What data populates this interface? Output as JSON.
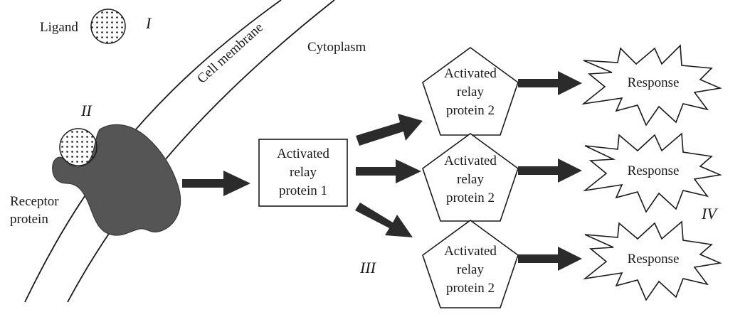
{
  "labels": {
    "ligand": "Ligand",
    "cell_membrane": "Cell membrane",
    "cytoplasm": "Cytoplasm",
    "receptor_line1": "Receptor",
    "receptor_line2": "protein",
    "relay1_line1": "Activated",
    "relay1_line2": "relay",
    "relay1_line3": "protein 1",
    "relay2": [
      {
        "line1": "Activated",
        "line2": "relay",
        "line3": "protein 2"
      },
      {
        "line1": "Activated",
        "line2": "relay",
        "line3": "protein 2"
      },
      {
        "line1": "Activated",
        "line2": "relay",
        "line3": "protein 2"
      }
    ],
    "responses": [
      "Response",
      "Response",
      "Response"
    ]
  },
  "stage_markers": {
    "I": "I",
    "II": "II",
    "III": "III",
    "IV": "IV"
  },
  "colors": {
    "ink": "#1a1a1a",
    "receptor_fill": "#555555",
    "arrow_fill": "#2b2b2b",
    "dot_fill": "#1a1a1a"
  }
}
